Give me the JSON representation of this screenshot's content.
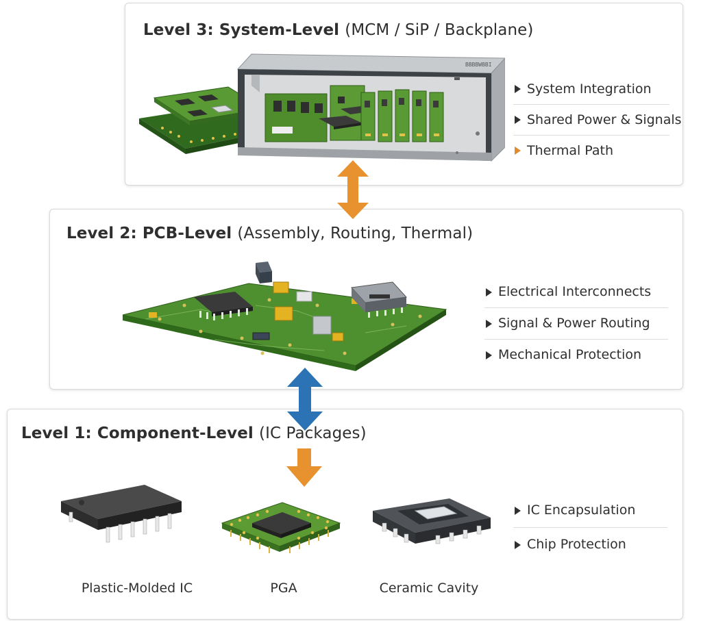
{
  "level3": {
    "title_bold": "Level 3: System-Level",
    "title_rest": "(MCM / SiP / Backplane)",
    "chassis_label": "BBBBWBBI",
    "bullets": [
      "System Integration",
      "Shared Power & Signals",
      "Thermal Path"
    ]
  },
  "level2": {
    "title_bold": "Level 2: PCB-Level",
    "title_rest": "(Assembly, Routing, Thermal)",
    "bullets": [
      "Electrical Interconnects",
      "Signal & Power Routing",
      "Mechanical Protection"
    ]
  },
  "level1": {
    "title_bold": "Level 1: Component-Level",
    "title_rest": "(IC Packages)",
    "packages": [
      "Plastic-Molded IC",
      "PGA",
      "Ceramic Cavity"
    ],
    "bullets": [
      "IC Encapsulation",
      "Chip Protection"
    ]
  },
  "colors": {
    "orange_arrow": "#e8912f",
    "blue_arrow": "#2b73b5",
    "pcb_green": "#4e8f2f",
    "chip_dark": "#3a3a3a"
  },
  "icons": {
    "bullet": "triangle-right-icon",
    "arrows": [
      "double-arrow-orange",
      "double-arrow-blue",
      "down-arrow-orange"
    ]
  }
}
